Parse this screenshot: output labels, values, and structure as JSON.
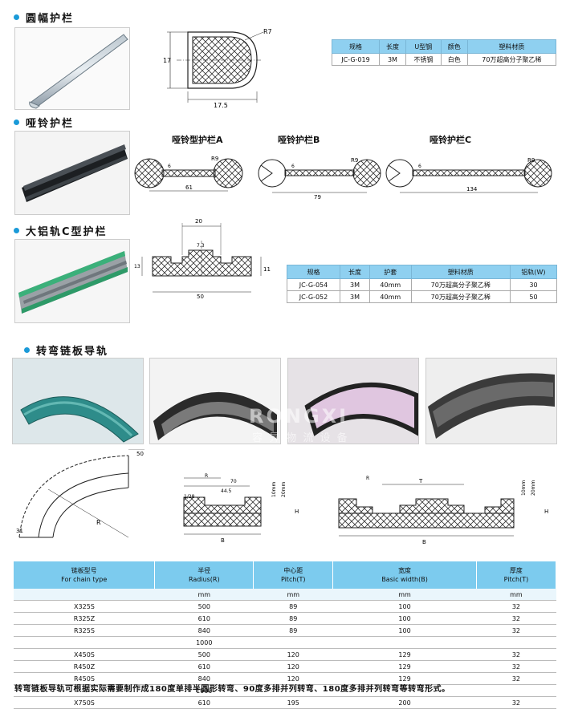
{
  "sections": {
    "s1": "圆幅护栏",
    "s2": "哑铃护栏",
    "s3": "大铝轨C型护栏",
    "s4": "转弯链板导轨"
  },
  "drawing1": {
    "r": "R7",
    "h": "17",
    "w": "17.5"
  },
  "table1": {
    "headers": [
      "规格",
      "长度",
      "U型钢",
      "颜色",
      "塑料材质"
    ],
    "row": [
      "JC-G-019",
      "3M",
      "不锈钢",
      "白色",
      "70万超高分子聚乙稀"
    ]
  },
  "dumbbell": {
    "a_title": "哑铃型护栏A",
    "b_title": "哑铃护栏B",
    "c_title": "哑铃护栏C",
    "a_r": "R9",
    "a_w": "61",
    "b_r": "R9",
    "b_w": "79",
    "c_r": "R9",
    "c_w": "134",
    "a_t": "6",
    "b_t": "6",
    "c_t": "6"
  },
  "drawing3": {
    "top": "20",
    "inner": "7.3",
    "h1": "13",
    "h2": "11",
    "w": "50"
  },
  "table3": {
    "headers": [
      "规格",
      "长度",
      "护套",
      "塑料材质",
      "铝轨(W)"
    ],
    "rows": [
      [
        "JC-G-054",
        "3M",
        "40mm",
        "70万超高分子聚乙稀",
        "30"
      ],
      [
        "JC-G-052",
        "3M",
        "40mm",
        "70万超高分子聚乙稀",
        "50"
      ]
    ]
  },
  "watermark": {
    "brand": "RONGXI",
    "sub": "容 昇 物 流 设 备"
  },
  "drawing4": {
    "curve_w": "50",
    "curve_r": "R",
    "curve_h": "31",
    "mid_r": "R",
    "mid_70": "70",
    "mid_445": "44.5",
    "mid_128": "1/28",
    "mid_10": "10mm",
    "mid_20": "20mm",
    "mid_h": "H",
    "mid_b": "B",
    "right_r": "R",
    "right_t": "T",
    "right_10": "10mm",
    "right_20": "20mm",
    "right_h": "H",
    "right_b": "B"
  },
  "big_table": {
    "headers": [
      [
        "链板型号",
        "For chain type"
      ],
      [
        "半径",
        "Radius(R)"
      ],
      [
        "中心距",
        "Pitch(T)"
      ],
      [
        "宽度",
        "Basic width(B)"
      ],
      [
        "厚度",
        "Pitch(T)"
      ]
    ],
    "units": [
      "",
      "mm",
      "mm",
      "mm",
      "mm"
    ],
    "rows": [
      [
        "X325S",
        "500",
        "89",
        "100",
        "32"
      ],
      [
        "R325Z",
        "610",
        "89",
        "100",
        "32"
      ],
      [
        "R325S",
        "840",
        "89",
        "100",
        "32"
      ],
      [
        "",
        "1000",
        "",
        "",
        ""
      ],
      [
        "X450S",
        "500",
        "120",
        "129",
        "32"
      ],
      [
        "R450Z",
        "610",
        "120",
        "129",
        "32"
      ],
      [
        "R450S",
        "840",
        "120",
        "129",
        "32"
      ],
      [
        "",
        "1000",
        "",
        "",
        ""
      ],
      [
        "X750S",
        "610",
        "195",
        "200",
        "32"
      ]
    ]
  },
  "footer": "转弯链板导轨可根据实际需要制作成180度单排半圆形转弯、90度多排并列转弯、180度多排并列转弯等转弯形式。"
}
